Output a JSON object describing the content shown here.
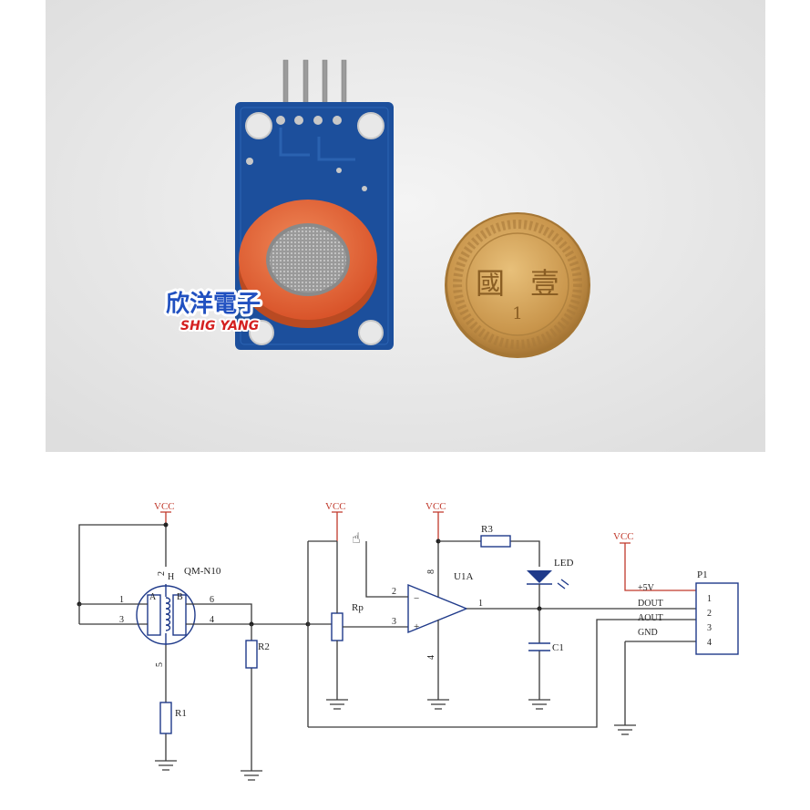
{
  "logo": {
    "chinese": "欣洋電子",
    "english": "SHIG YANG"
  },
  "coin": {
    "glyph_left": "國",
    "glyph_right": "壹",
    "numeral": "1"
  },
  "schematic": {
    "power_labels": [
      "VCC",
      "VCC",
      "VCC",
      "VCC"
    ],
    "sensor_name": "QM-N10",
    "sensor_pins": {
      "p1": "1",
      "p2": "2",
      "p3": "3",
      "p4": "4",
      "p5": "5",
      "p6": "6",
      "h": "H",
      "a": "A",
      "b": "B"
    },
    "r1": "R1",
    "r2": "R2",
    "r3": "R3",
    "rp": "Rp",
    "opamp": {
      "name": "U1A",
      "pin_minus": "2",
      "pin_plus": "3",
      "pin_out": "1",
      "pin_vcc": "8",
      "pin_gnd": "4",
      "minus": "−",
      "plus": "+"
    },
    "led": "LED",
    "c1": "C1",
    "connector": {
      "name": "P1",
      "pins": [
        "1",
        "2",
        "3",
        "4"
      ],
      "signals": [
        "+5V",
        "DOUT",
        "AOUT",
        "GND"
      ]
    }
  }
}
